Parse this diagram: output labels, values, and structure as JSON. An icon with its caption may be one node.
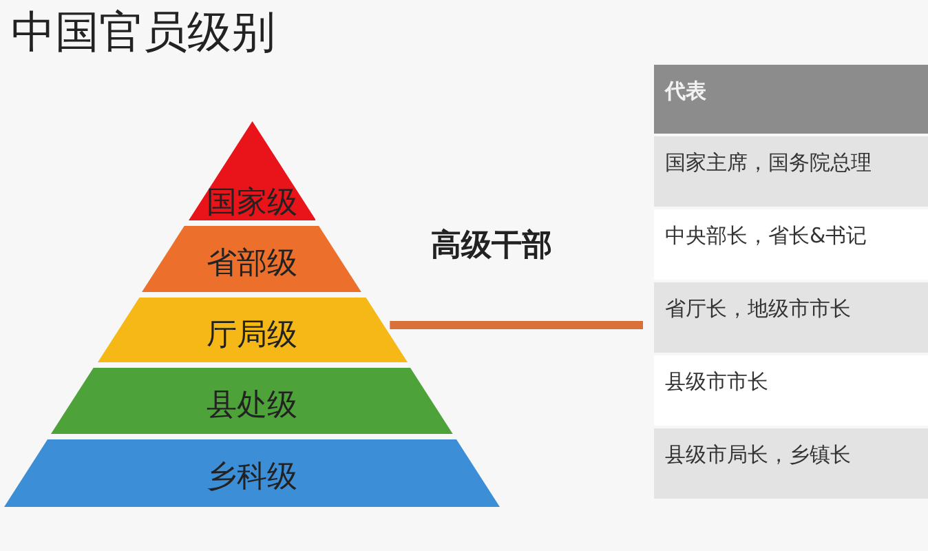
{
  "diagram": {
    "title": "中国官员级别",
    "nodes": [
      {
        "text": [
          "国家级"
        ]
      },
      {
        "text": [
          "省部级"
        ]
      },
      {
        "text": [
          "厅局级"
        ]
      },
      {
        "text": [
          "县处级"
        ]
      },
      {
        "text": [
          "乡科级"
        ]
      }
    ],
    "labels": [
      "高级干部",
      "代表",
      "国家主席，国务院总理",
      "中央部长，省长&书记",
      "省厅长，地级市市长",
      "县级市市长",
      "县级市局长，乡镇长"
    ]
  }
}
